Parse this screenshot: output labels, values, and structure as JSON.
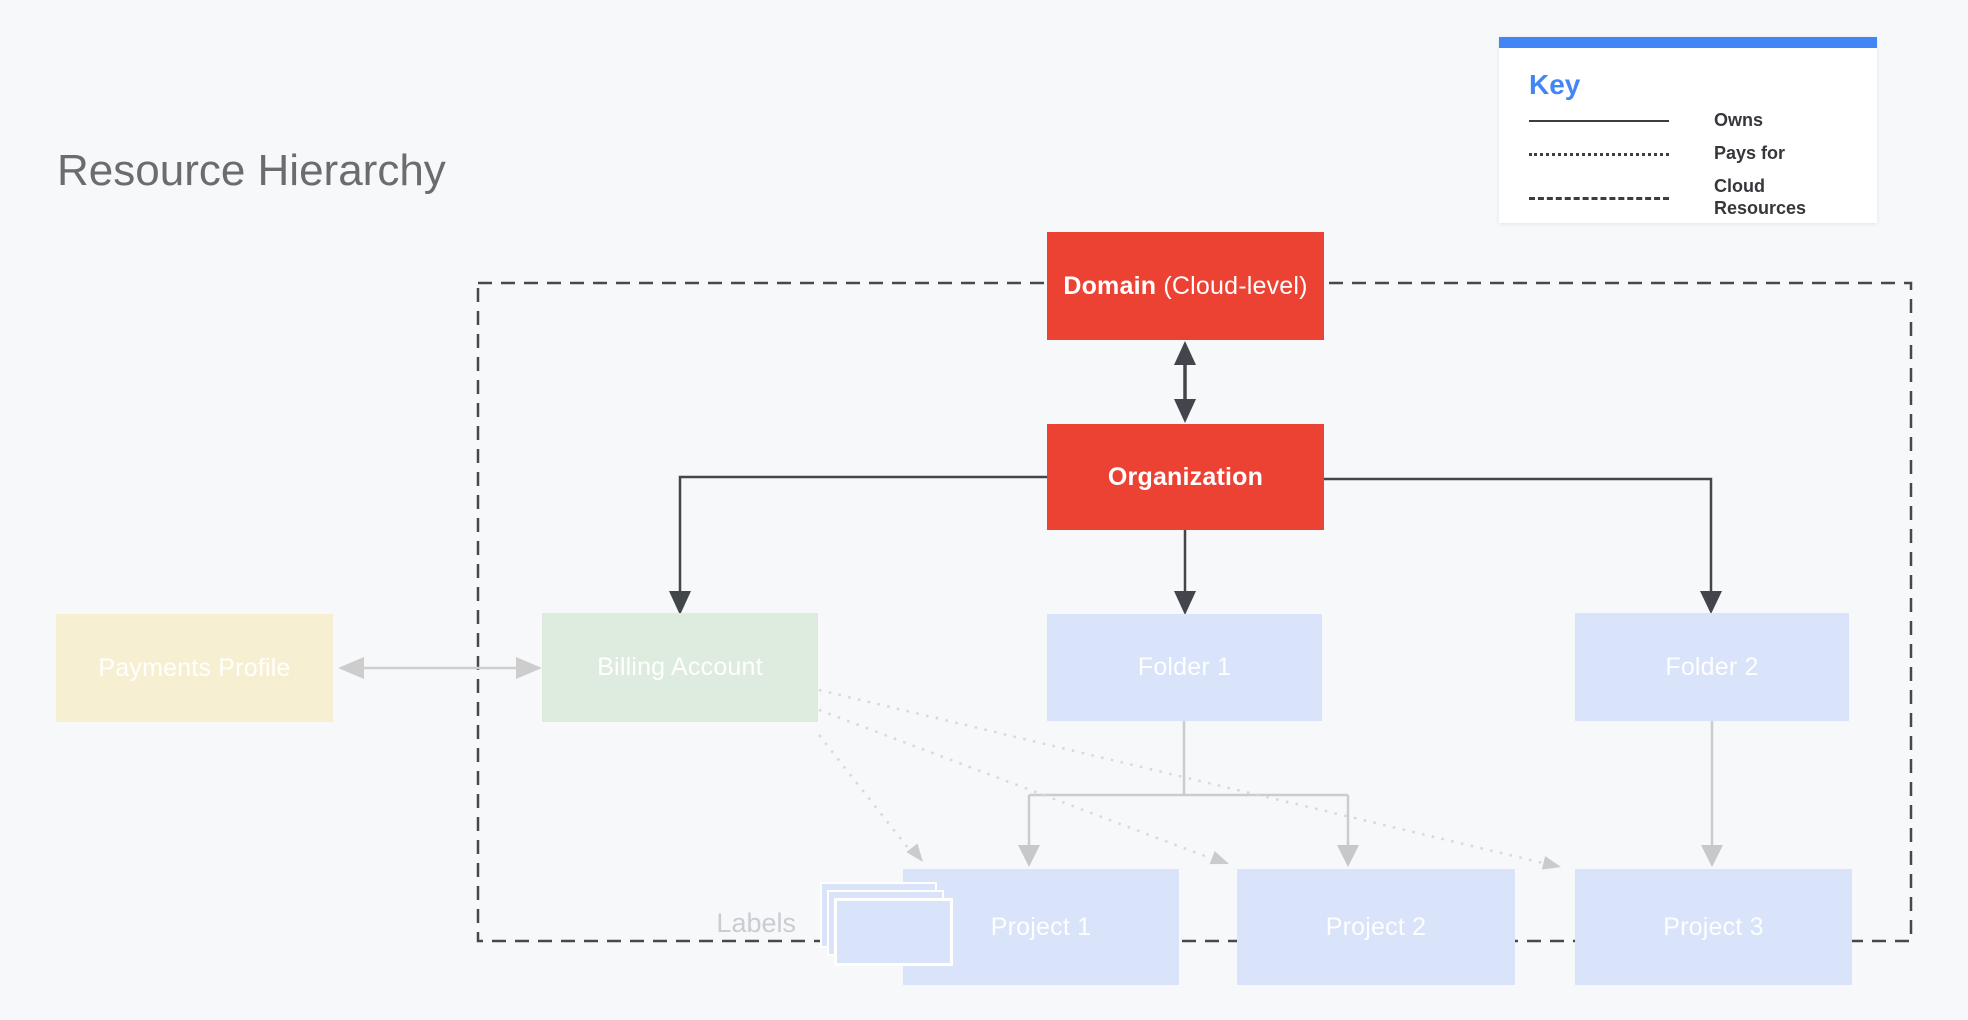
{
  "page": {
    "title": "Resource Hierarchy",
    "background_color": "#f7f8fa"
  },
  "key": {
    "title": "Key",
    "accent_color": "#4285f4",
    "items": [
      {
        "line_style": "solid",
        "label": "Owns"
      },
      {
        "line_style": "dotted",
        "label": "Pays for"
      },
      {
        "line_style": "dashed",
        "label": "Cloud Resources"
      }
    ]
  },
  "nodes": {
    "domain": {
      "label_bold": "Domain",
      "label_rest": " (Cloud-level)",
      "color": "#ec4234"
    },
    "organization": {
      "label": "Organization",
      "color": "#ec4234"
    },
    "payments": {
      "label": "Payments Profile",
      "color": "#f7efd2"
    },
    "billing": {
      "label": "Billing Account",
      "color": "#deebdf"
    },
    "folder1": {
      "label": "Folder 1",
      "color": "#d9e3f9"
    },
    "folder2": {
      "label": "Folder 2",
      "color": "#d9e3f9"
    },
    "project1": {
      "label": "Project 1",
      "color": "#d9e3f9"
    },
    "project2": {
      "label": "Project 2",
      "color": "#d9e3f9"
    },
    "project3": {
      "label": "Project 3",
      "color": "#d9e3f9"
    }
  },
  "labels_caption": "Labels",
  "connector_colors": {
    "owns_dark": "#424549",
    "cloud_boundary_dashed": "#46484c",
    "hierarchy_gray": "#caccce",
    "pays_for_dotted": "#d8d8d8",
    "payments_link_gray": "#cfcfcf"
  }
}
